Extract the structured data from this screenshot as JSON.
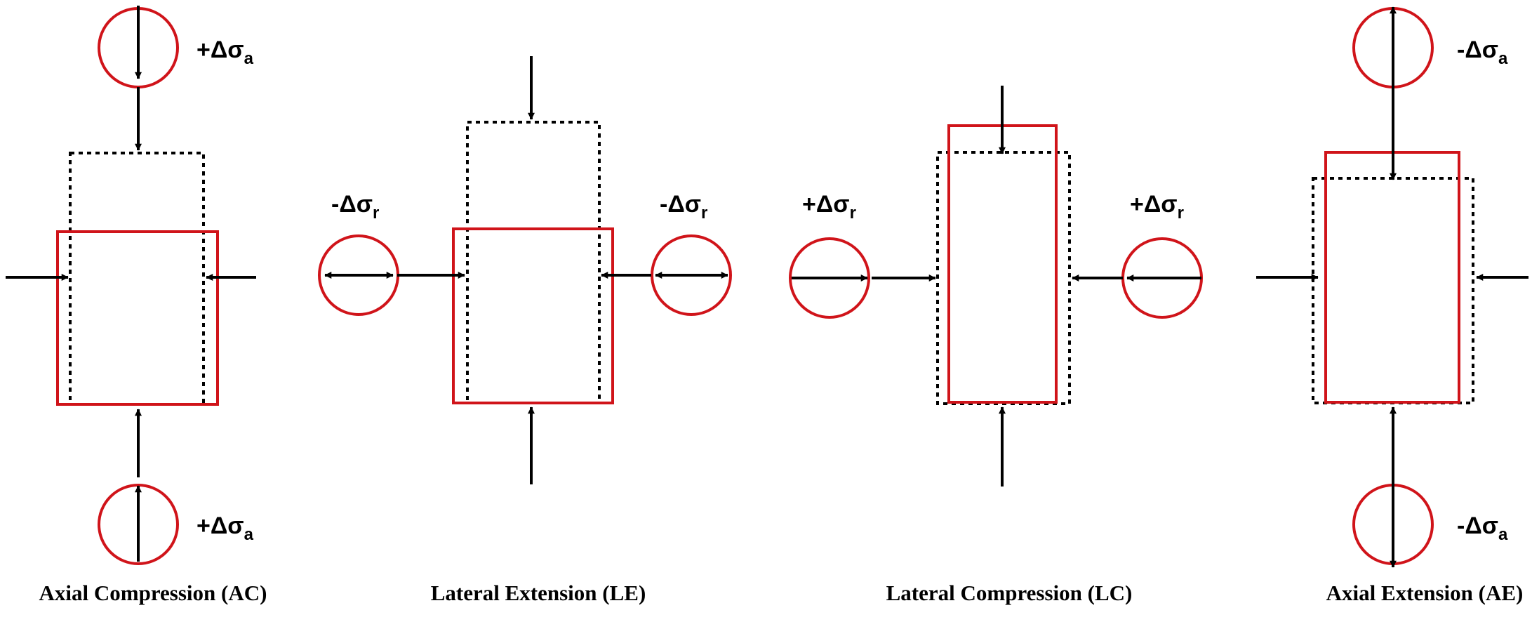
{
  "colors": {
    "final_outline": "#d0141a",
    "initial_outline": "#000000",
    "arrow": "#000000"
  },
  "panels": [
    {
      "caption": "Axial Compression (AC)",
      "stress_labels": [
        {
          "sign": "+",
          "delta": "Δσ",
          "sub": "a"
        },
        {
          "sign": "+",
          "delta": "Δσ",
          "sub": "a"
        }
      ]
    },
    {
      "caption": "Lateral Extension (LE)",
      "stress_labels": [
        {
          "sign": "-",
          "delta": "Δσ",
          "sub": "r"
        },
        {
          "sign": "-",
          "delta": "Δσ",
          "sub": "r"
        }
      ]
    },
    {
      "caption": "Lateral Compression (LC)",
      "stress_labels": [
        {
          "sign": "+",
          "delta": "Δσ",
          "sub": "r"
        },
        {
          "sign": "+",
          "delta": "Δσ",
          "sub": "r"
        }
      ]
    },
    {
      "caption": "Axial Extension (AE)",
      "stress_labels": [
        {
          "sign": "-",
          "delta": "Δσ",
          "sub": "a"
        },
        {
          "sign": "-",
          "delta": "Δσ",
          "sub": "a"
        }
      ]
    }
  ]
}
